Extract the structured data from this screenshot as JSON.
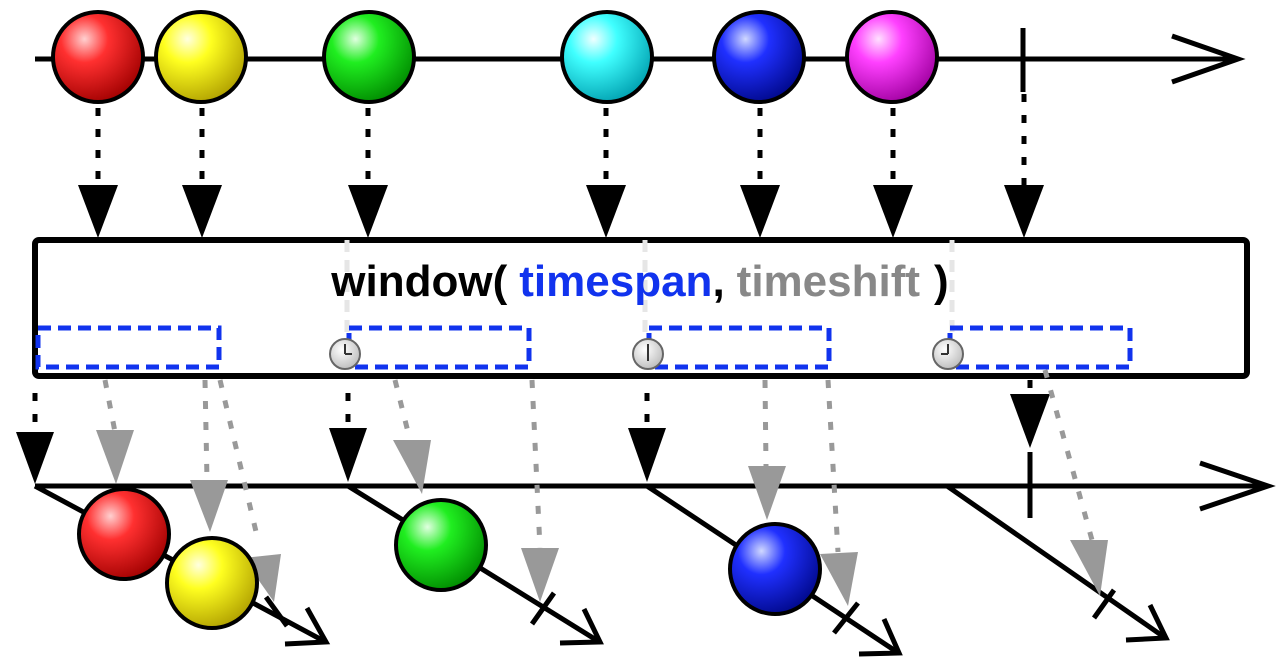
{
  "operator": {
    "name": "window(",
    "param1": "timespan",
    "separator": ",",
    "param2": "timeshift",
    "close": ")"
  },
  "colors": {
    "param1": "#1133ee",
    "param2": "#888888",
    "window_box": "#1133ee",
    "ink": "#000000",
    "ghost_arrow": "#999999"
  },
  "source_items": [
    {
      "color": "red",
      "fill_light": "#ff9a9a",
      "fill_dark": "#c80000"
    },
    {
      "color": "yellow",
      "fill_light": "#ffffb0",
      "fill_dark": "#d8c800"
    },
    {
      "color": "green",
      "fill_light": "#a8ffa8",
      "fill_dark": "#00b400"
    },
    {
      "color": "cyan",
      "fill_light": "#c8ffff",
      "fill_dark": "#00c8c8"
    },
    {
      "color": "blue",
      "fill_light": "#9aa8ff",
      "fill_dark": "#0010c0"
    },
    {
      "color": "magenta",
      "fill_light": "#ffb0ff",
      "fill_dark": "#d000d0"
    }
  ],
  "windows": [
    {
      "items": [
        "red",
        "yellow"
      ]
    },
    {
      "items": [
        "green"
      ]
    },
    {
      "items": [
        "blue"
      ]
    },
    {
      "items": []
    }
  ],
  "clock_icons": [
    "clock-icon",
    "clock-icon",
    "clock-icon"
  ]
}
